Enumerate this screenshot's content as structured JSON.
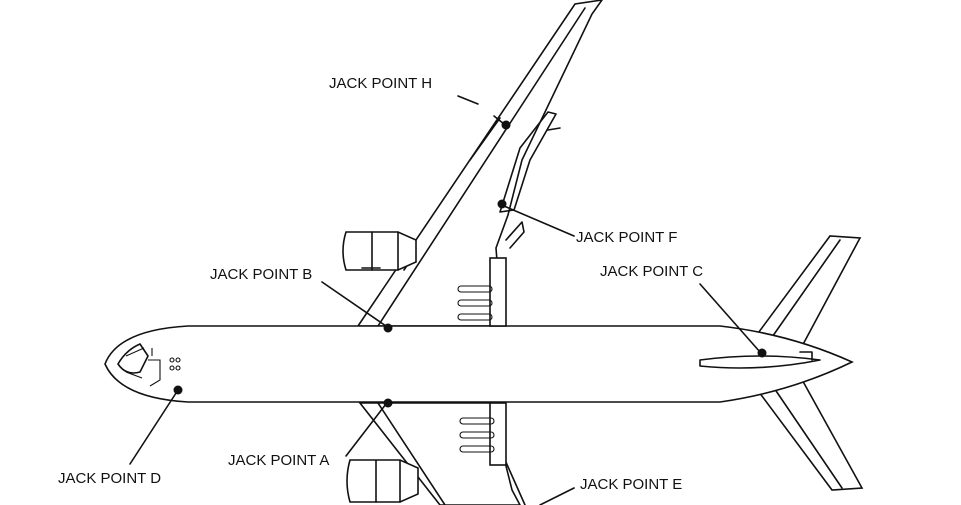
{
  "jack_points": [
    {
      "id": "H",
      "label": "JACK POINT H"
    },
    {
      "id": "F",
      "label": "JACK POINT F"
    },
    {
      "id": "B",
      "label": "JACK POINT B"
    },
    {
      "id": "C",
      "label": "JACK POINT C"
    },
    {
      "id": "A",
      "label": "JACK POINT A"
    },
    {
      "id": "D",
      "label": "JACK POINT D"
    },
    {
      "id": "E",
      "label": "JACK POINT E"
    }
  ]
}
